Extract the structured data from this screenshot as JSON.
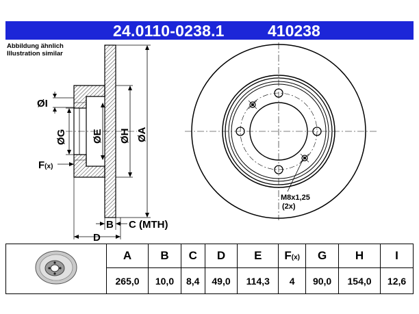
{
  "header": {
    "part_number": "24.0110-0238.1",
    "article_number": "410238",
    "background_color": "#1c26d8"
  },
  "note": {
    "line1": "Abbildung ähnlich",
    "line2": "Illustration similar"
  },
  "labels": {
    "I": "ØI",
    "G": "ØG",
    "E": "ØE",
    "H": "ØH",
    "A": "ØA",
    "F": "F",
    "F_sub": "(x)",
    "B": "B",
    "C": "C (MTH)",
    "D": "D",
    "thread": "M8x1,25",
    "thread_count": "(2x)"
  },
  "table": {
    "headers": [
      "A",
      "B",
      "C",
      "D",
      "E",
      "F",
      "G",
      "H",
      "I"
    ],
    "f_sub": "(x)",
    "values": [
      "265,0",
      "10,0",
      "8,4",
      "49,0",
      "114,3",
      "4",
      "90,0",
      "154,0",
      "12,6"
    ]
  },
  "icons": {
    "thumbnail": "brake-disc-thumbnail-icon"
  }
}
